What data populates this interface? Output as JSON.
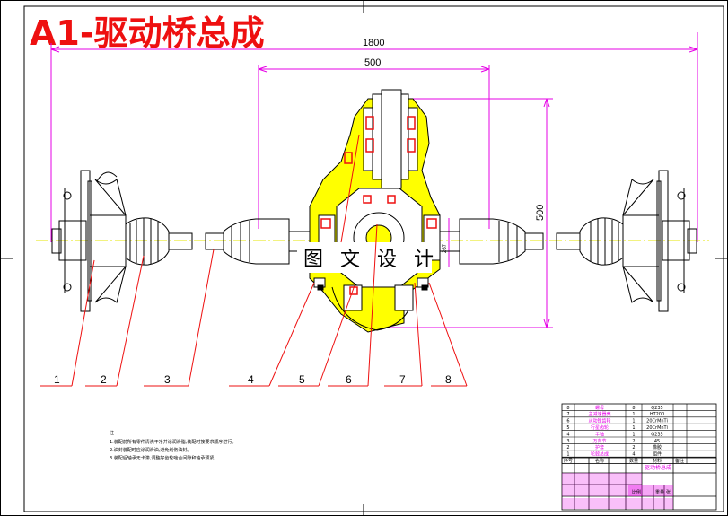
{
  "title": "A1-驱动桥总成",
  "watermark": "图 文 设 计",
  "dimensions": {
    "overall_width": "1800",
    "center_width": "500",
    "height": "500",
    "small": "267"
  },
  "part_labels": [
    "1",
    "2",
    "3",
    "4",
    "5",
    "6",
    "7",
    "8"
  ],
  "tech_notes": {
    "heading": "注",
    "lines": [
      "1.装配前所有零件清洗干净并涂润滑脂,装配时按要求顺序进行。",
      "2.油封装配时应涂润滑油,避免划伤油封。",
      "3.装配后轴承无卡滞,调整好齿轮啮合间隙和轴承预紧。"
    ]
  },
  "bom": [
    {
      "no": "8",
      "name": "螺母",
      "qty": "8",
      "material": "Q235"
    },
    {
      "no": "7",
      "name": "主减速器壳",
      "qty": "1",
      "material": "HT200"
    },
    {
      "no": "6",
      "name": "从动锥齿轮",
      "qty": "1",
      "material": "20CrMnTi"
    },
    {
      "no": "5",
      "name": "行星齿轮",
      "qty": "1",
      "material": "20CrMnTi"
    },
    {
      "no": "4",
      "name": "半轴",
      "qty": "1",
      "material": "Q235"
    },
    {
      "no": "3",
      "name": "万向节",
      "qty": "2",
      "material": "45"
    },
    {
      "no": "2",
      "name": "护套",
      "qty": "2",
      "material": "橡胶"
    },
    {
      "no": "1",
      "name": "轮毂总成",
      "qty": "4",
      "material": "组件"
    }
  ],
  "bom_header": {
    "no": "序号",
    "name": "名称",
    "qty": "数量",
    "material": "材料",
    "remark": "备注"
  },
  "title_block": {
    "drawing_name": "驱动桥总成",
    "scale_label": "比例",
    "weight_label": "重量",
    "sheet_label": "张"
  },
  "colors": {
    "red": "#ee1010",
    "magenta": "#e600e6",
    "yellow": "#ffff00",
    "blue": "#0000cc",
    "black": "#000000"
  }
}
